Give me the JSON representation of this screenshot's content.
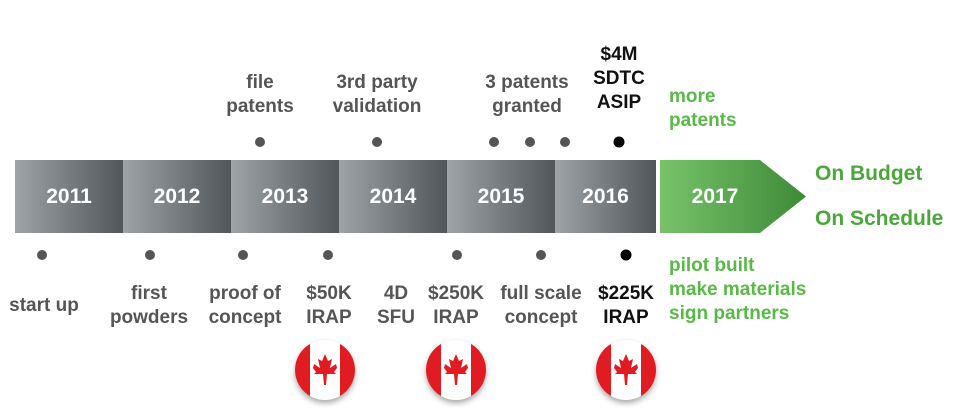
{
  "years": [
    "2011",
    "2012",
    "2013",
    "2014",
    "2015",
    "2016",
    "2017"
  ],
  "colors": {
    "grey_dark": "#5c6266",
    "grey_light": "#9aa0a3",
    "green_dark": "#3f8b3b",
    "green_light": "#6cb861",
    "green_text": "#58b947"
  },
  "top_labels": {
    "file_patents": [
      "file",
      "patents"
    ],
    "third_party": [
      "3rd party",
      "validation"
    ],
    "patents_granted": [
      "3 patents",
      "granted"
    ],
    "funding_top": [
      "$4M",
      "SDTC",
      "ASIP"
    ],
    "more_patents": [
      "more",
      "patents"
    ]
  },
  "bottom_labels": {
    "start_up": [
      "start up"
    ],
    "first_powders": [
      "first",
      "powders"
    ],
    "proof": [
      "proof of",
      "concept"
    ],
    "irap_50k": [
      "$50K",
      "IRAP"
    ],
    "sfu": [
      "4D",
      "SFU"
    ],
    "irap_250k": [
      "$250K",
      "IRAP"
    ],
    "full_scale": [
      "full scale",
      "concept"
    ],
    "irap_225k": [
      "$225K",
      "IRAP"
    ],
    "pilot": [
      "pilot built",
      "make materials",
      "sign partners"
    ]
  },
  "status": {
    "budget": "On Budget",
    "schedule": "On Schedule"
  },
  "flags": [
    "canada-flag-icon",
    "canada-flag-icon",
    "canada-flag-icon"
  ]
}
